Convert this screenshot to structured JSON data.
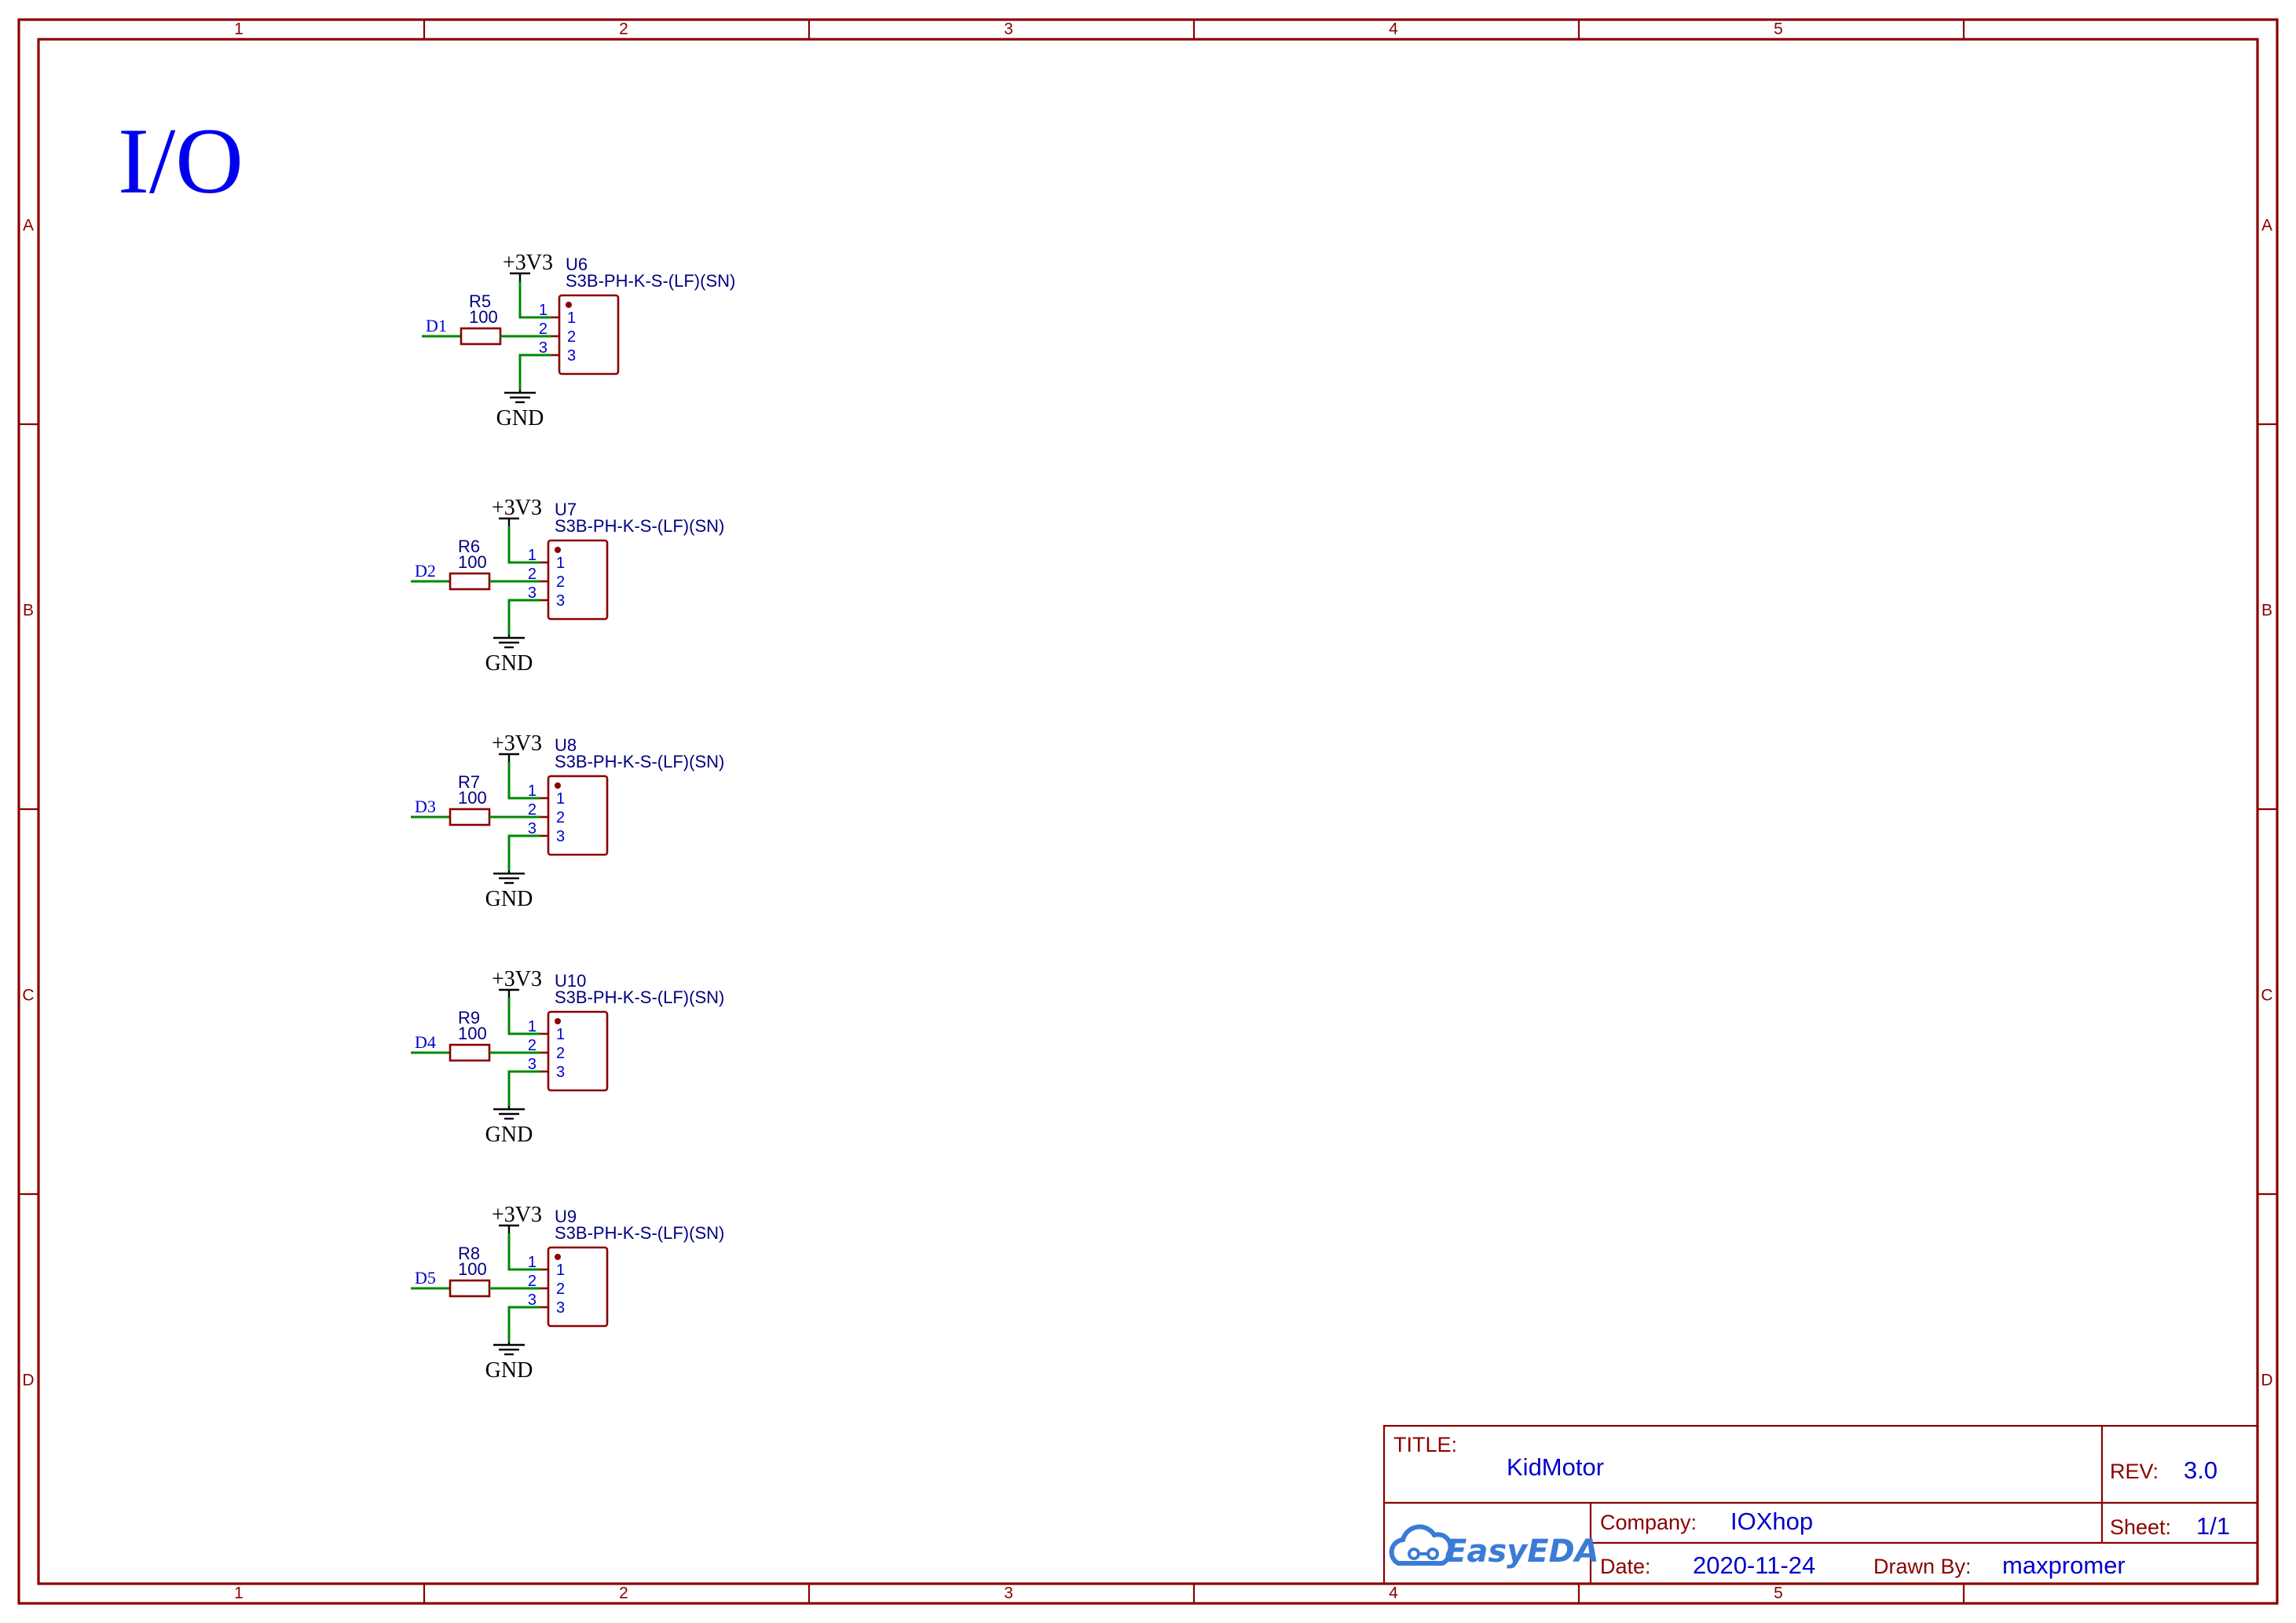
{
  "sheet": {
    "title": "I/O",
    "column_labels": [
      "1",
      "2",
      "3",
      "4",
      "5"
    ],
    "row_labels": [
      "A",
      "B",
      "C",
      "D"
    ]
  },
  "circuits": [
    {
      "connector_ref": "U6",
      "connector_part": "S3B-PH-K-S-(LF)(SN)",
      "resistor_ref": "R5",
      "resistor_value": "100",
      "net": "D1",
      "power": "+3V3",
      "ground": "GND",
      "pin_numbers": [
        "1",
        "2",
        "3"
      ]
    },
    {
      "connector_ref": "U7",
      "connector_part": "S3B-PH-K-S-(LF)(SN)",
      "resistor_ref": "R6",
      "resistor_value": "100",
      "net": "D2",
      "power": "+3V3",
      "ground": "GND",
      "pin_numbers": [
        "1",
        "2",
        "3"
      ]
    },
    {
      "connector_ref": "U8",
      "connector_part": "S3B-PH-K-S-(LF)(SN)",
      "resistor_ref": "R7",
      "resistor_value": "100",
      "net": "D3",
      "power": "+3V3",
      "ground": "GND",
      "pin_numbers": [
        "1",
        "2",
        "3"
      ]
    },
    {
      "connector_ref": "U10",
      "connector_part": "S3B-PH-K-S-(LF)(SN)",
      "resistor_ref": "R9",
      "resistor_value": "100",
      "net": "D4",
      "power": "+3V3",
      "ground": "GND",
      "pin_numbers": [
        "1",
        "2",
        "3"
      ]
    },
    {
      "connector_ref": "U9",
      "connector_part": "S3B-PH-K-S-(LF)(SN)",
      "resistor_ref": "R8",
      "resistor_value": "100",
      "net": "D5",
      "power": "+3V3",
      "ground": "GND",
      "pin_numbers": [
        "1",
        "2",
        "3"
      ]
    }
  ],
  "title_block": {
    "title_label": "TITLE:",
    "title": "KidMotor",
    "rev_label": "REV:",
    "rev": "3.0",
    "company_label": "Company:",
    "company": "IOXhop",
    "sheet_label": "Sheet:",
    "sheet": "1/1",
    "date_label": "Date:",
    "date": "2020-11-24",
    "drawn_by_label": "Drawn By:",
    "drawn_by": "maxpromer",
    "logo_text": "EasyEDA"
  },
  "colors": {
    "frame": "#8b0000",
    "wire": "#008800",
    "text_blue": "#0000cc",
    "title_blue": "#0000ee",
    "logo": "#3a7bd5"
  }
}
